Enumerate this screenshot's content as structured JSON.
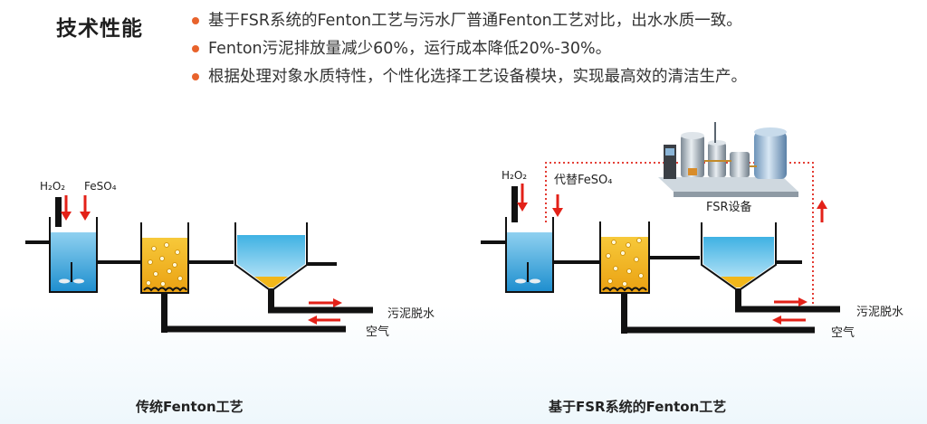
{
  "header": {
    "title": "技术性能",
    "bullets": [
      "基于FSR系统的Fenton工艺与污水厂普通Fenton工艺对比，出水水质一致。",
      "Fenton污泥排放量减少60%，运行成本降低20%-30%。",
      "根据处理对象水质特性，个性化选择工艺设备模块，实现最高效的清洁生产。"
    ]
  },
  "left_diagram": {
    "reagent_h2o2": "H₂O₂",
    "reagent_feso4": "FeSO₄",
    "sludge_label": "污泥脱水",
    "air_label": "空气",
    "caption": "传统Fenton工艺"
  },
  "right_diagram": {
    "reagent_h2o2": "H₂O₂",
    "replace_label": "代替FeSO₄",
    "fsr_label": "FSR设备",
    "sludge_label": "污泥脱水",
    "air_label": "空气",
    "caption": "基于FSR系统的Fenton工艺"
  },
  "colors": {
    "arrow_red": "#e32118",
    "dotted_red": "#e0251b",
    "pipe_dark": "#111111",
    "water_blue": "#2fa3d8",
    "coag_yellow": "#f2b71a",
    "bullet_orange": "#e8632c"
  }
}
